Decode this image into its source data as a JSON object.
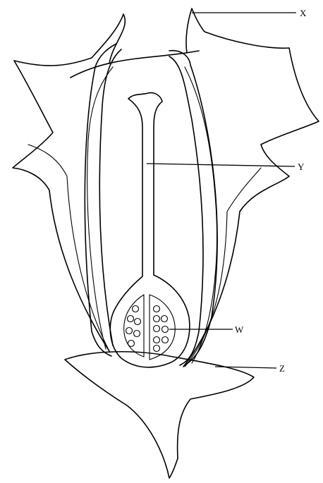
{
  "diagram": {
    "labels": {
      "x": "X",
      "y": "Y",
      "w": "W",
      "z": "Z"
    }
  }
}
